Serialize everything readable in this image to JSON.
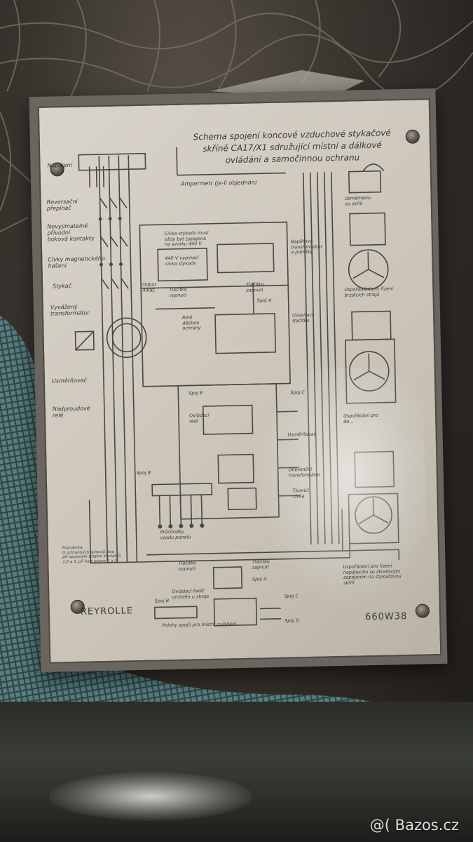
{
  "plate": {
    "title_lines": [
      "Schema spojení koncové vzduchové stykačové",
      "skříně CA17/X1 sdružující místní a dálkové",
      "ovládání a samočinnou ochranu"
    ],
    "labels": {
      "napajeni": "Napájení",
      "reversacni": "Reversační\npřepínač",
      "nevyjimatelne": "Nevyjímatelné\npřívodní\nboková kontakty",
      "civky": "Cívky magnetického\nhašení",
      "stykac": "Stykač",
      "vyvazeny": "Vyvážený\ntransformátor",
      "usmernovac": "Usměrňovač",
      "nadproudove": "Nadproudové\nrelé",
      "ampermetr": "Ampermetr (je-li objednán)",
      "civka_stykace": "Cívka stykače musí\nvždy být zapojena\nna svorku 440 V",
      "vypinaci": "440 V vypínací\ncívka stykače",
      "odpor": "Odpor\n400Ω",
      "tlacitko_vypnuti": "Tlačítko\nvypnutí",
      "tlacitko_zapnuti": "Tlačítko\nzapnutí",
      "spoj_a": "Spoj A",
      "rele_delitele": "Relé\ndělitele\nochrany",
      "napetovy": "Napěťový\ntransformátor\na pojistky",
      "usmerneno": "Usměrněno\nna skříň",
      "usporadani_riz": "Uspořádání pro řízení\nbrzdících strojů",
      "usporadani_doc": "Uspořádání pro\ndo...",
      "usporadani_riz2": "Uspořádání pro řízení\nnapájecího se zkratovým\nzapojením na stykačovou\nskříň",
      "uzaviraci": "Uzavírací\ntlačítko",
      "spoj_e": "Spoj E",
      "spoj_c_top": "Spoj C",
      "ovladaci_rele": "Ovládací\nrelé",
      "usmernovac2": "Usměrňovač",
      "diferencni": "Diferenční\ntransformátor",
      "tlumici": "Tlumící\ncívka",
      "spoj_b": "Spoj B",
      "prichodky": "Průchodky\nvzadu panelu",
      "poznamka": "Poznámka:\nU ochranných spínačů jsou\npři spojování spojení kontaktů\n1,2 a 3, při kole pouze 2 a 3",
      "tlacitko_vypnuti2": "Tlačítko\nvypnutí",
      "tlacitko_zapnuti2": "Tlačítko\nzapnutí",
      "spoj_a2": "Spoj A",
      "spoj_c": "Spoj C",
      "ovladaci_radic": "Ovládací řadič\numístěn u stroje",
      "spoj_b2": "Spoj B",
      "spoj_d": "Spoj D",
      "polohy": "Polohy spojů pro místní ovládání"
    },
    "brand": "REYROLLE",
    "code": "660W38"
  },
  "watermark": "@( Bazos.cz"
}
